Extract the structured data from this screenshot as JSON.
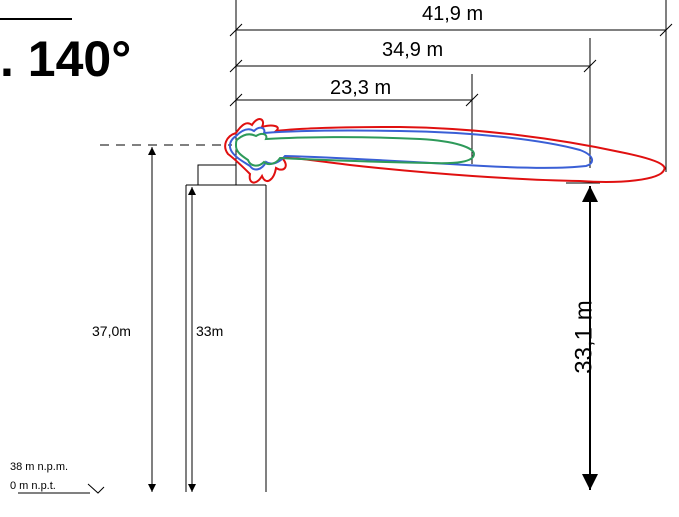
{
  "title": ". 140°",
  "dimensions": {
    "reach_red": "41,9 m",
    "reach_blue": "34,9 m",
    "reach_green": "23,3 m",
    "clearance_height": "33,1 m",
    "mount_height_total": "37,0m",
    "mast_height": "33m"
  },
  "levels": {
    "above_sea": "38 m n.p.m.",
    "ground": "0 m n.p.t."
  },
  "colors": {
    "red_curve": "#e01010",
    "blue_curve": "#3a5fd6",
    "green_curve": "#2e9a5a",
    "lines": "#000000"
  }
}
